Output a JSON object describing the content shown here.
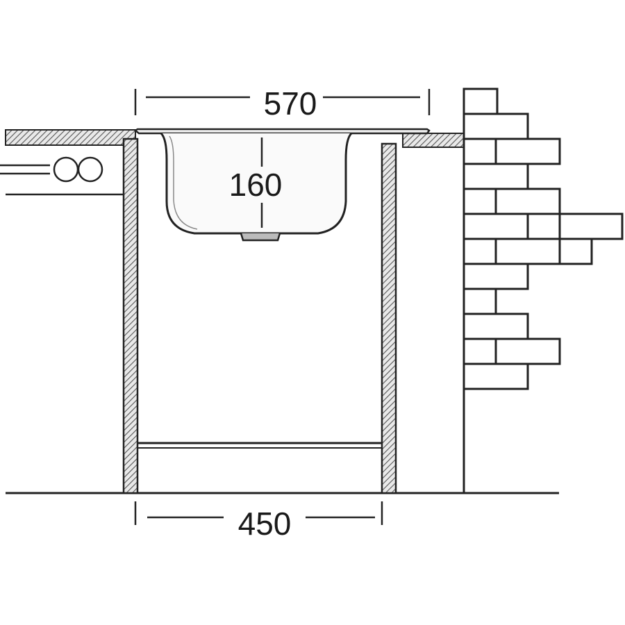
{
  "dimensions": {
    "width_top": "570",
    "depth_bowl": "160",
    "width_bottom": "450"
  },
  "colors": {
    "line": "#222222",
    "hatch": "#555555",
    "background": "#ffffff"
  }
}
